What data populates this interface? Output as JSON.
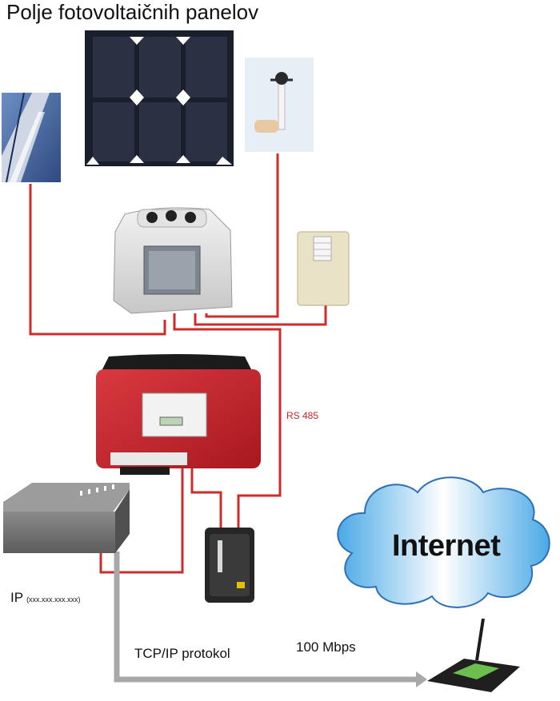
{
  "diagram": {
    "title": "Polje fotovoltaičnih panelov",
    "bus_label": "RS 485",
    "ip_label": "IP",
    "ip_placeholder": "(xxx.xxx.xxx.xxx)",
    "protocol_label": "TCP/IP protokol",
    "speed_label": "100 Mbps",
    "cloud_label": "Internet"
  },
  "colors": {
    "bus_wire": "#d02b2b",
    "ethernet_pipe": "#a8a8a8",
    "inverter_red": "#c4232a",
    "cloud_blue": "#4aa9e6"
  },
  "icons": [
    "solar-cell-closeup-icon",
    "solar-panel-icon",
    "anemometer-icon",
    "sensor-box-icon",
    "temperature-sensor-icon",
    "inverter-icon",
    "data-logger-router-icon",
    "power-injector-icon",
    "internet-cloud-icon",
    "wireless-router-icon"
  ]
}
